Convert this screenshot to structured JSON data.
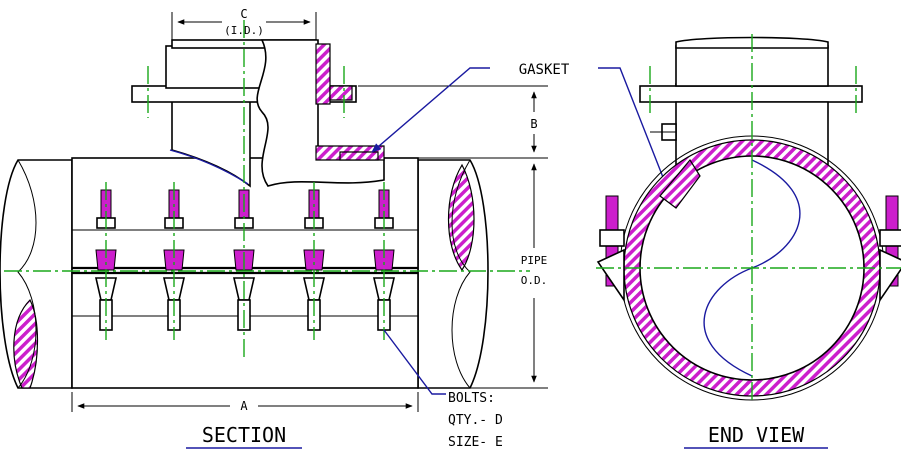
{
  "labels": {
    "c": "C",
    "id": "(I.D.)",
    "gasket": "GASKET",
    "b": "B",
    "pipe": "PIPE",
    "od": "O.D.",
    "a": "A",
    "section": "SECTION",
    "end_view": "END VIEW",
    "bolts": "BOLTS:",
    "qty": "QTY.- D",
    "size": "SIZE- E"
  },
  "colors": {
    "hatch": "#cc1fcc",
    "centerline": "#1aa81a",
    "leader": "#1a1aa0"
  }
}
